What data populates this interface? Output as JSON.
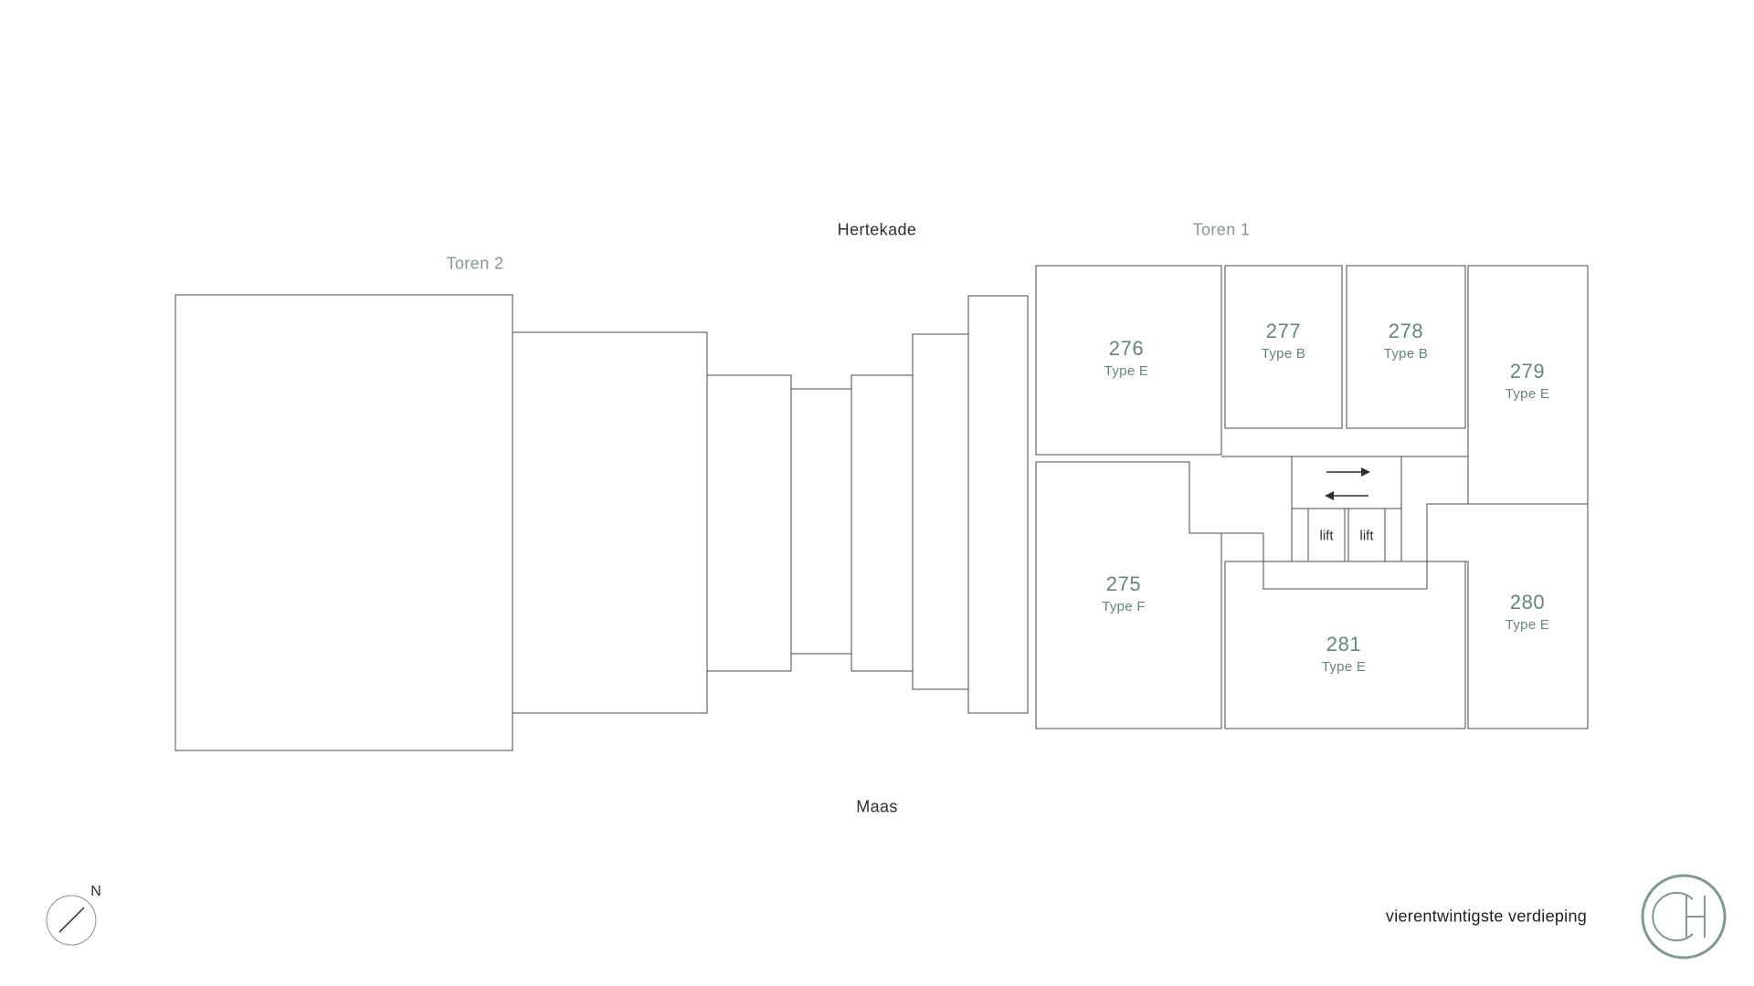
{
  "page": {
    "floor_label": "vierentwintigste verdieping"
  },
  "colors": {
    "accent_green": "#64867a",
    "tower_label_green": "#84988d",
    "outline": "#4a4a4a",
    "text_dark": "#2f2f2f",
    "logo_green": "#7f998c"
  },
  "streets": {
    "top": "Hertekade",
    "bottom": "Maas"
  },
  "towers": {
    "tower1": "Toren 1",
    "tower2": "Toren 2"
  },
  "compass": {
    "north": "N"
  },
  "units": [
    {
      "number": "276",
      "type": "Type E"
    },
    {
      "number": "277",
      "type": "Type B"
    },
    {
      "number": "278",
      "type": "Type B"
    },
    {
      "number": "279",
      "type": "Type E"
    },
    {
      "number": "275",
      "type": "Type F"
    },
    {
      "number": "281",
      "type": "Type E"
    },
    {
      "number": "280",
      "type": "Type E"
    }
  ],
  "lift": {
    "lift1": "lift",
    "lift2": "lift"
  },
  "icons": {
    "lift_arrow_right": "→",
    "lift_arrow_left": "←",
    "compass": "compass-needle",
    "logo_monogram": "CH"
  }
}
